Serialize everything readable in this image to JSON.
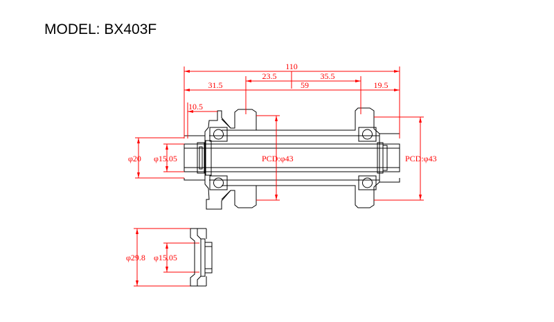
{
  "title": "MODEL: BX403F",
  "colors": {
    "dimension": "#ff0000",
    "outline": "#000000",
    "background": "#ffffff"
  },
  "dimensions": {
    "overall": "110",
    "left_flange": "31.5",
    "right_flange": "19.5",
    "flange_span": "59",
    "left_center": "23.5",
    "right_center": "35.5",
    "axle_end": "10.5",
    "end_dia": "φ20",
    "bore_dia": "φ15.05",
    "pcd_left": "PCD:φ43",
    "pcd_right": "PCD:φ43",
    "cap_dia": "φ29.8",
    "cap_bore": "φ15.05"
  }
}
